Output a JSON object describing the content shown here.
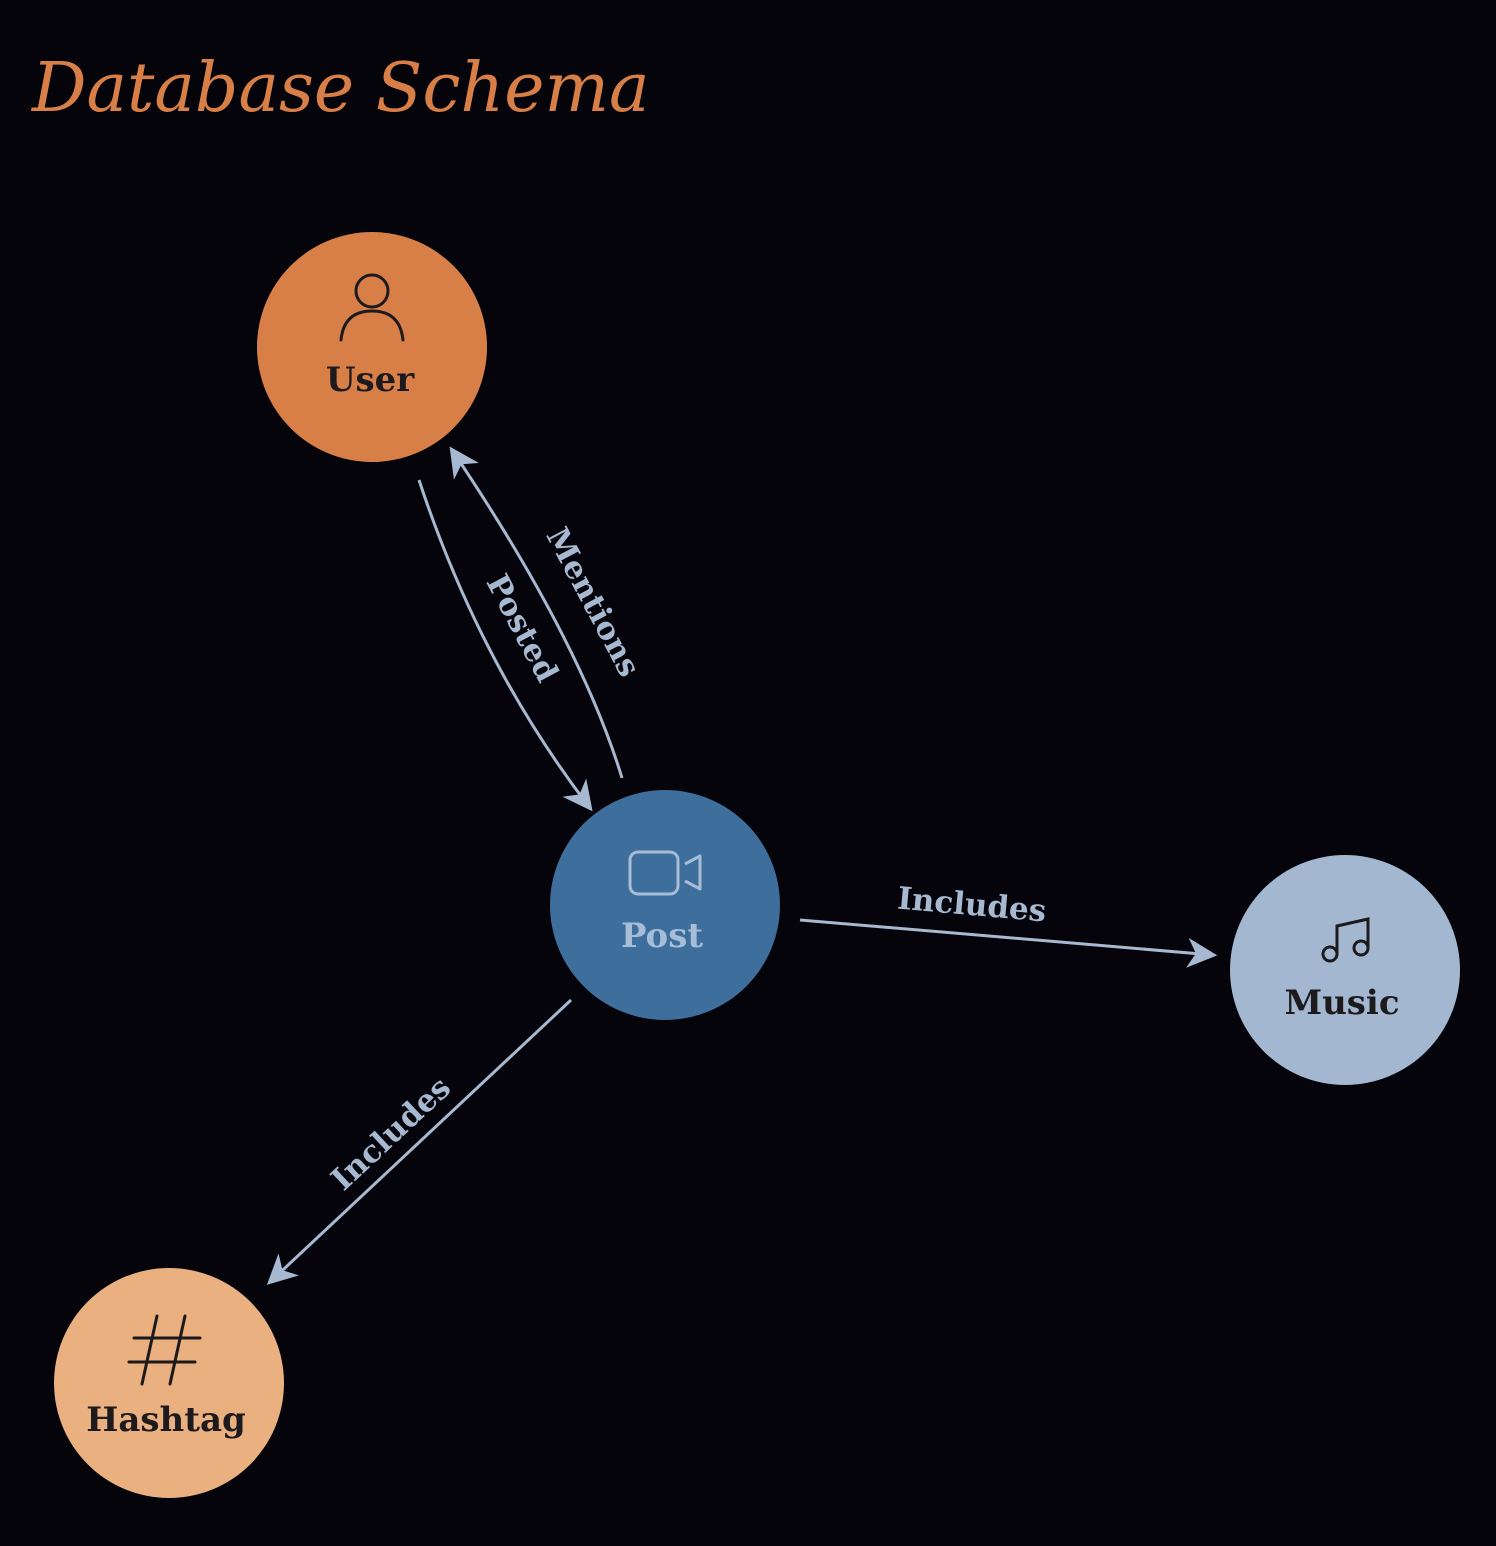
{
  "title": "Database Schema",
  "colors": {
    "background": "#04040a",
    "title": "#d87f48",
    "edge": "#a7b8d1",
    "user_fill": "#d87f48",
    "post_fill": "#3e6e9c",
    "music_fill": "#a3b8d0",
    "hashtag_fill": "#eab07f",
    "dark_text": "#1c1a1d",
    "post_text": "#a7bcd6"
  },
  "nodes": {
    "user": {
      "label": "User",
      "icon": "user-icon"
    },
    "post": {
      "label": "Post",
      "icon": "video-camera-icon"
    },
    "music": {
      "label": "Music",
      "icon": "music-note-icon"
    },
    "hashtag": {
      "label": "Hashtag",
      "icon": "hash-icon"
    }
  },
  "edges": {
    "user_post": {
      "label": "Posted",
      "from": "User",
      "to": "Post"
    },
    "post_user": {
      "label": "Mentions",
      "from": "Post",
      "to": "User"
    },
    "post_music": {
      "label": "Includes",
      "from": "Post",
      "to": "Music"
    },
    "post_hashtag": {
      "label": "Includes",
      "from": "Post",
      "to": "Hashtag"
    }
  }
}
